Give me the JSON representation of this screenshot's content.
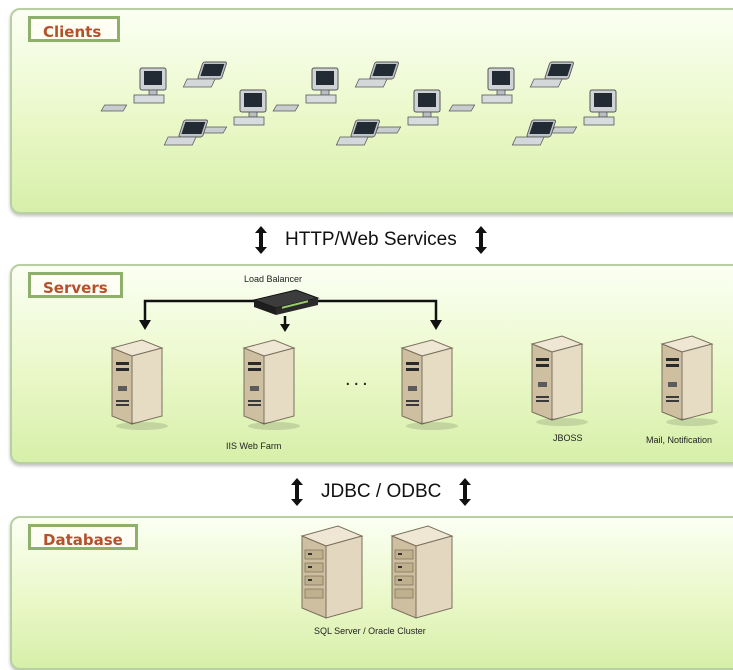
{
  "tiers": {
    "clients": {
      "title": "Clients"
    },
    "servers": {
      "title": "Servers"
    },
    "database": {
      "title": "Database"
    }
  },
  "connectors": {
    "http": "HTTP/Web Services",
    "jdbc": "JDBC / ODBC"
  },
  "servers": {
    "load_balancer": "Load Balancer",
    "ellipsis": "...",
    "web_farm": "IIS Web Farm",
    "jboss": "JBOSS",
    "mail": "Mail, Notification"
  },
  "database": {
    "cluster": "SQL Server / Oracle Cluster"
  },
  "colors": {
    "panel_border": "#b7cfa3",
    "title_border": "#8fb06b",
    "title_text": "#b5502c"
  }
}
